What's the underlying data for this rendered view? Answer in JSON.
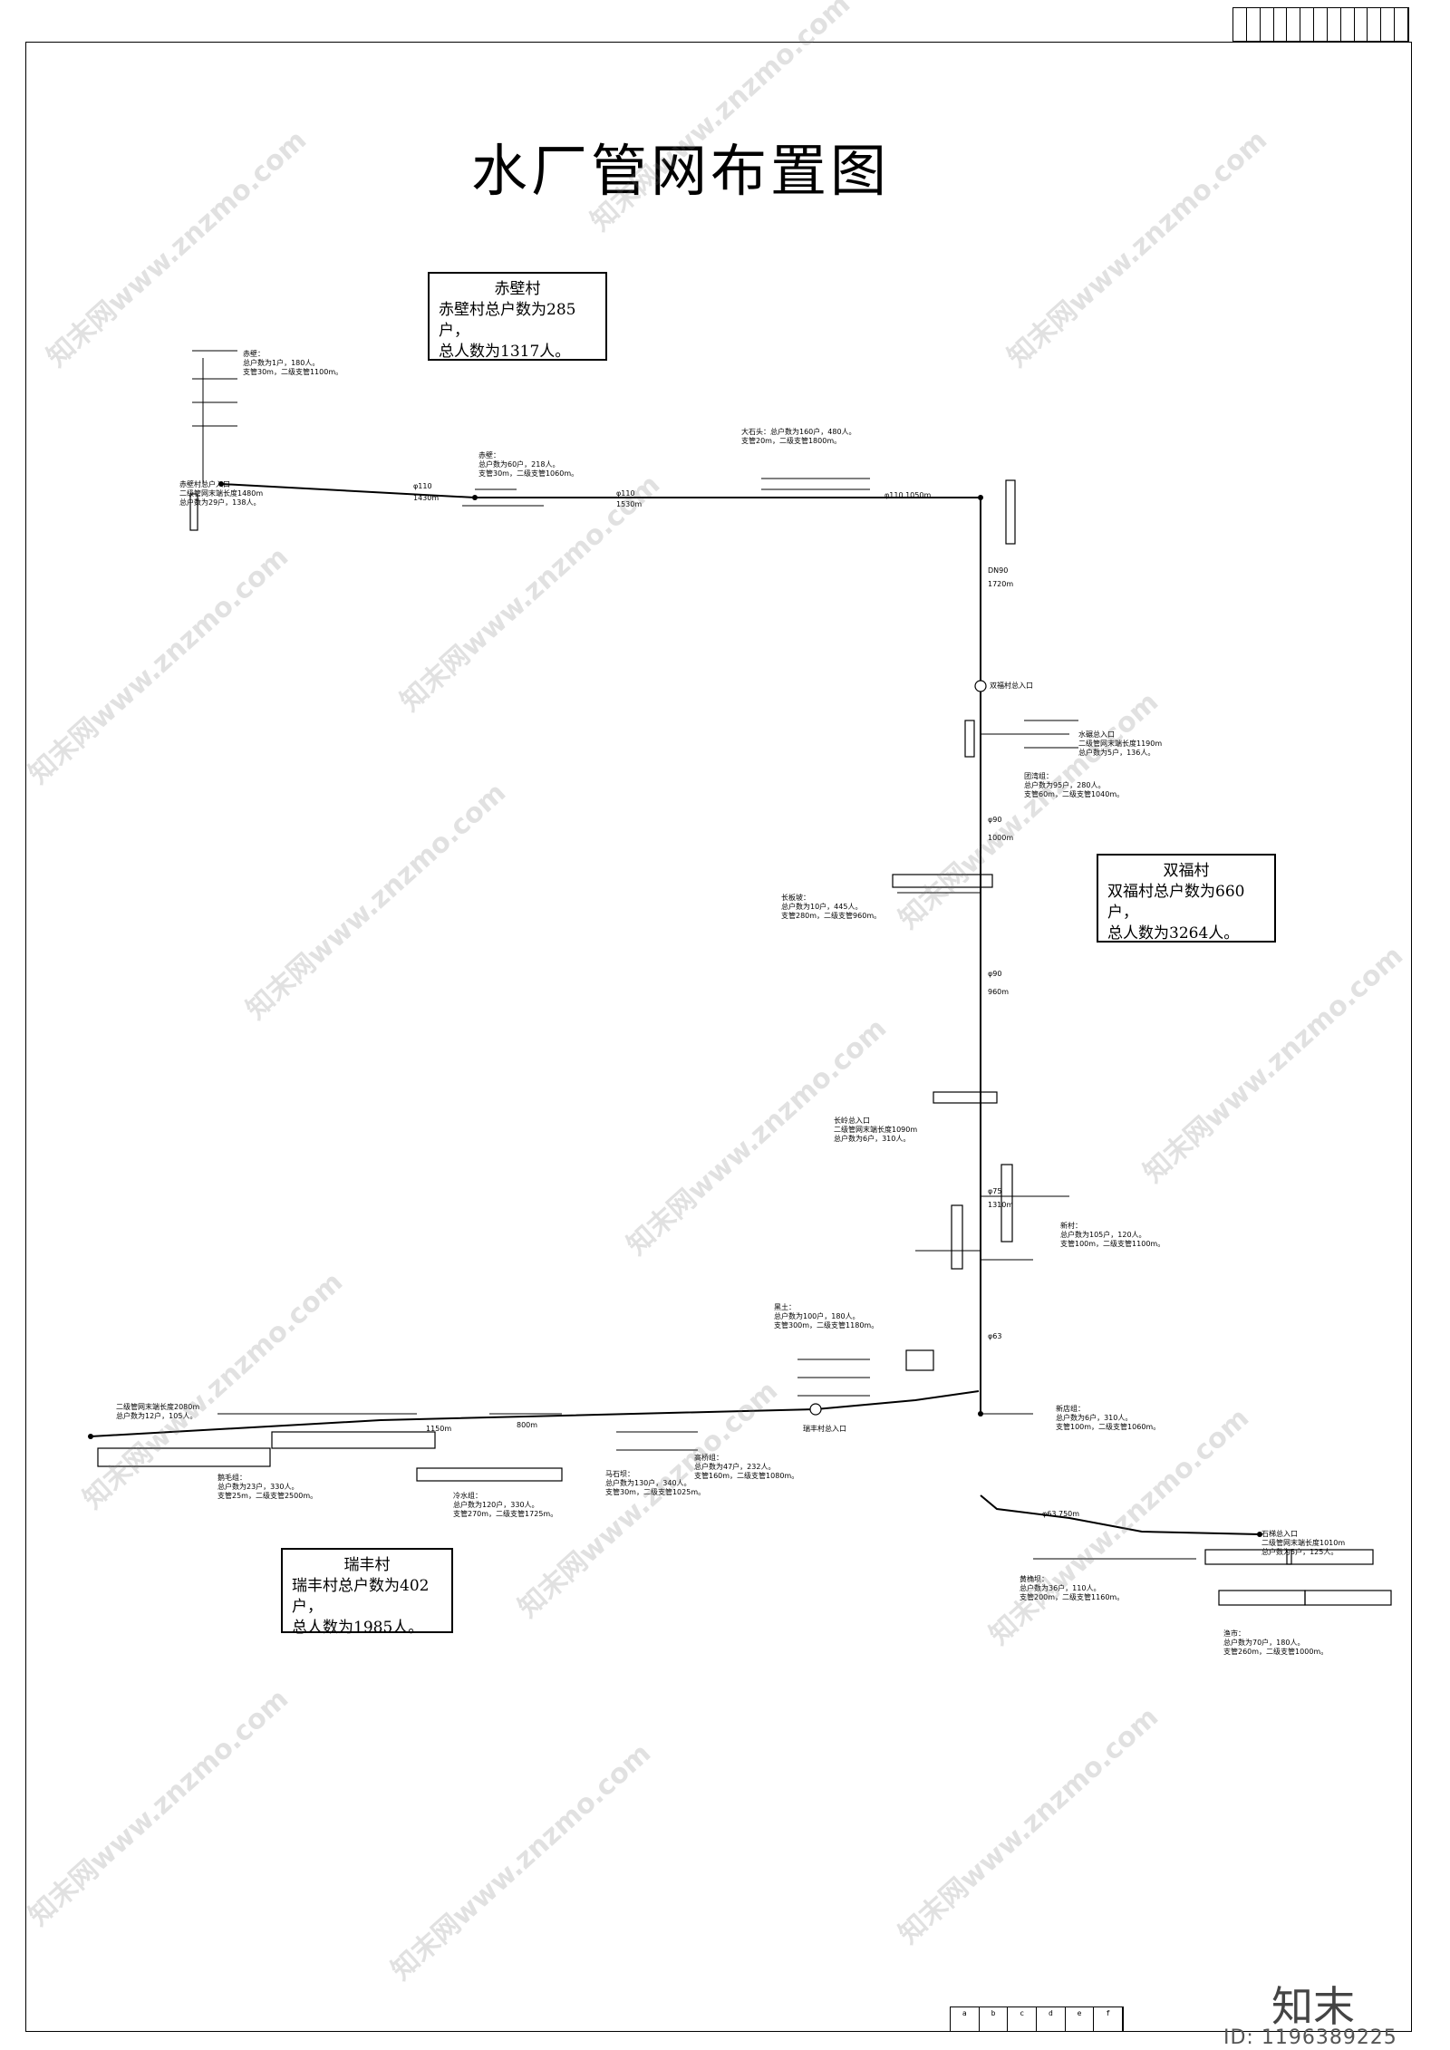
{
  "drawing": {
    "title": "水厂管网布置图"
  },
  "villages": [
    {
      "id": "chibi",
      "name": "赤壁村",
      "households_line": "赤壁村总户数为285户，",
      "population_line": "总人数为1317人。"
    },
    {
      "id": "shuangfu",
      "name": "双福村",
      "households_line": "双福村总户数为660户，",
      "population_line": "总人数为3264人。"
    },
    {
      "id": "ruifeng",
      "name": "瑞丰村",
      "households_line": "瑞丰村总户数为402户，",
      "population_line": "总人数为1985人。"
    }
  ],
  "notes": [
    "赤壁：",
    "总户数为1户，180人。",
    "支管30m，二级支管1100m。",
    "赤壁村总户入口",
    "二级管网末端长度1480m",
    "总户数为29户，138人。",
    "赤壁：",
    "总户数为60户，218人。",
    "支管30m，二级支管1060m。",
    "大石头：总户数为160户，480人。",
    "支管20m，二级支管1800m。",
    "双福村总入口",
    "水碾总入口",
    "二级管网末端长度1190m",
    "总户数为5户，136人。",
    "团湾组：",
    "总户数为95户，280人。",
    "支管60m，二级支管1040m。",
    "长板坡：",
    "总户数为10户，445人。",
    "支管280m，二级支管960m。",
    "长岭总入口",
    "二级管网末端长度1090m",
    "总户数为6户，310人。",
    "新村：",
    "总户数为105户，120人。",
    "支管100m，二级支管1100m。",
    "瑞丰村总入口",
    "新店组：",
    "总户数为6户，310人。",
    "支管100m，二级支管1060m。",
    "黑土：",
    "总户数为100户，180人。",
    "支管300m，二级支管1180m。",
    "二级管网末端长度2080m",
    "总户数为12户，105人。",
    "鹅毛组：",
    "总户数为23户，330人。",
    "支管25m，二级支管2500m。",
    "冷水组：",
    "总户数为120户，330人。",
    "支管270m，二级支管1725m。",
    "马石坝：",
    "总户数为130户，340人。",
    "支管30m，二级支管1025m。",
    "高桥组：",
    "总户数为47户，232人。",
    "支管160m，二级支管1080m。",
    "石梯总入口",
    "二级管网末端长度1010m",
    "总户数为5户，125人。",
    "黄桷坝：",
    "总户数为36户，110人。",
    "支管200m，二级支管1160m。",
    "渔市：",
    "总户数为70户，180人。",
    "支管260m，二级支管1000m。"
  ],
  "pipe_labels": [
    "φ110",
    "1430m",
    "φ110",
    "1530m",
    "φ110 1050m",
    "DN90",
    "φ90",
    "φ90",
    "φ75",
    "φ63",
    "1720m",
    "1000m",
    "960m",
    "1310m",
    "1150m",
    "800m",
    "φ63 750m"
  ],
  "title_block": {
    "bottom_cells": [
      "a",
      "b",
      "c",
      "d",
      "e",
      "f"
    ]
  },
  "branding": {
    "logo_text": "知末",
    "id_text": "ID: 1196389225",
    "watermark_text": "知末网www.znzmo.com"
  }
}
